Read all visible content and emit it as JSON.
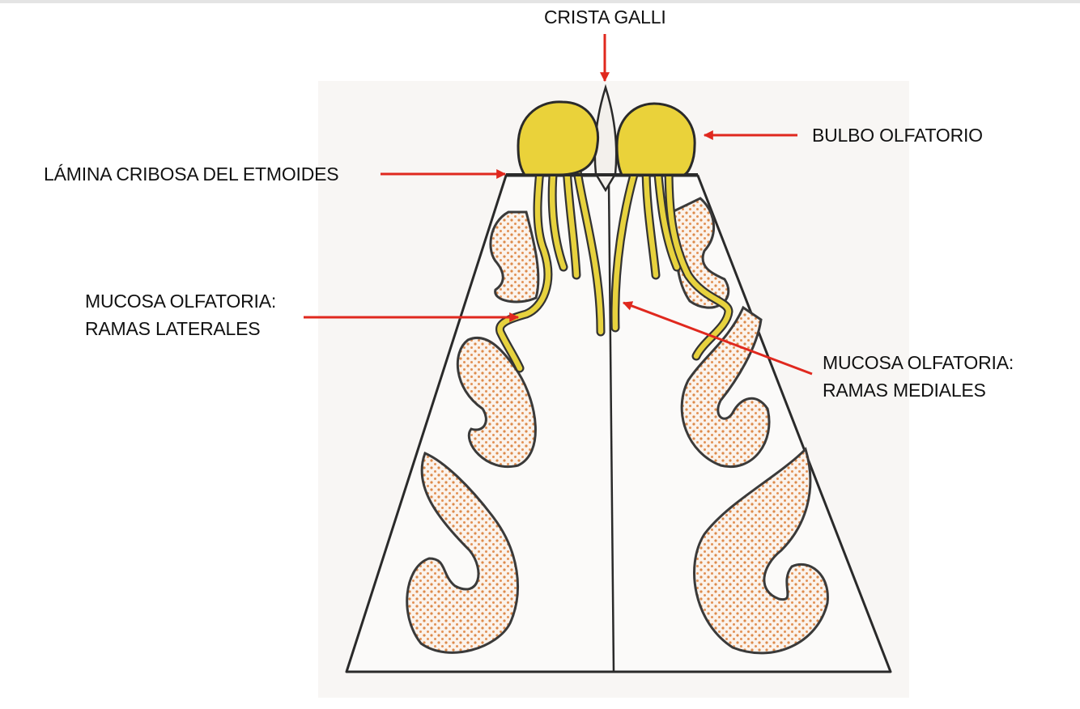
{
  "labels": {
    "crista_galli": "CRISTA GALLI",
    "bulbo_olfatorio": "BULBO OLFATORIO",
    "lamina_cribosa": "LÁMINA CRIBOSA DEL ETMOIDES",
    "mucosa_laterales": [
      "MUCOSA OLFATORIA:",
      "RAMAS LATERALES"
    ],
    "mucosa_mediales": [
      "MUCOSA OLFATORIA:",
      "RAMAS MEDIALES"
    ]
  },
  "colors": {
    "arrow": "#e0281e",
    "bulb_fill": "#ead23a",
    "mucosa_dots": "#dd8a4a",
    "outline": "#2a2a2a",
    "paper": "#f8f6f4"
  }
}
